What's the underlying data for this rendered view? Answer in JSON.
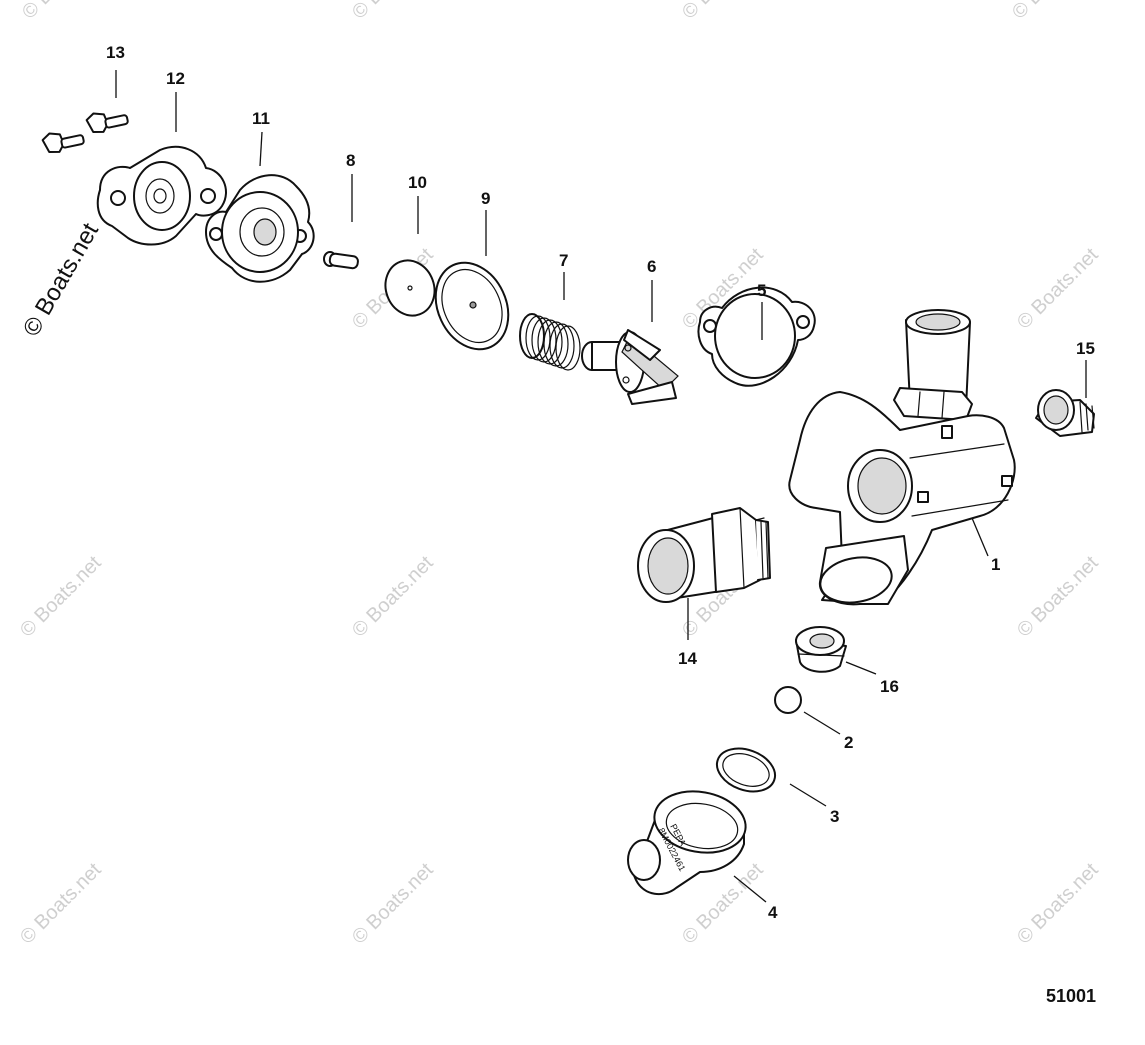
{
  "watermark": {
    "text": "Boats.net",
    "copyright_symbol": "©",
    "large_text": "© Boats.net"
  },
  "figure_id": "51001",
  "callouts": [
    {
      "id": "c1",
      "label": "1"
    },
    {
      "id": "c2",
      "label": "2"
    },
    {
      "id": "c3",
      "label": "3"
    },
    {
      "id": "c4",
      "label": "4"
    },
    {
      "id": "c5",
      "label": "5"
    },
    {
      "id": "c6",
      "label": "6"
    },
    {
      "id": "c7",
      "label": "7"
    },
    {
      "id": "c8",
      "label": "8"
    },
    {
      "id": "c9",
      "label": "9"
    },
    {
      "id": "c10",
      "label": "10"
    },
    {
      "id": "c11",
      "label": "11"
    },
    {
      "id": "c12",
      "label": "12"
    },
    {
      "id": "c13",
      "label": "13"
    },
    {
      "id": "c14",
      "label": "14"
    },
    {
      "id": "c15",
      "label": "15"
    },
    {
      "id": "c16",
      "label": "16"
    }
  ],
  "part_markings": {
    "line1": "8M0022461",
    "line2": "PEPA"
  }
}
